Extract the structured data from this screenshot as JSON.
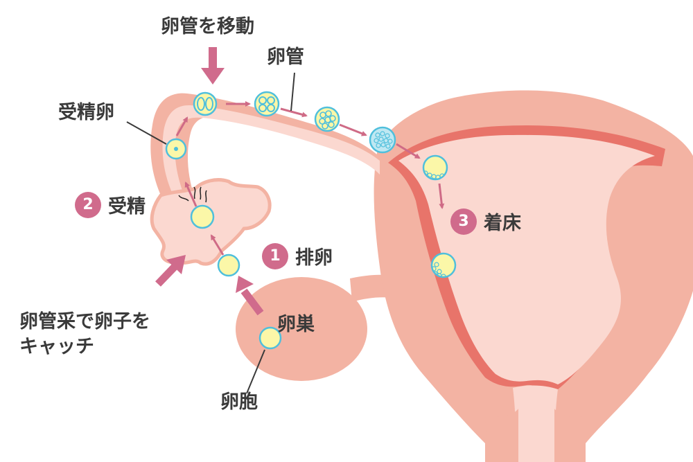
{
  "labels": {
    "tube_move": "卵管を移動",
    "tube": "卵管",
    "fertilized_egg": "受精卵",
    "fimbria_line1": "卵管采で卵子を",
    "fimbria_line2": "キャッチ",
    "ovary": "卵巣",
    "follicle": "卵胞"
  },
  "steps": [
    {
      "number": "1",
      "label": "排卵"
    },
    {
      "number": "2",
      "label": "受精"
    },
    {
      "number": "3",
      "label": "着床"
    }
  ],
  "colors": {
    "uterus_outer": "#f3b3a3",
    "uterus_inner": "#fbd8d0",
    "uterus_wall": "#e8746a",
    "arrow_big": "#d06b8c",
    "arrow_small": "#cf6b86",
    "egg_fill": "#fbf7a8",
    "egg_stroke": "#4fbfdc",
    "text": "#3a3a3a"
  }
}
